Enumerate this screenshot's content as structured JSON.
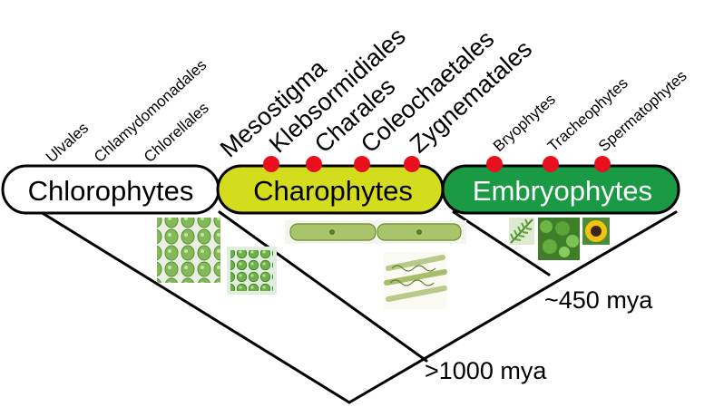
{
  "groups": {
    "chlorophytes": {
      "label": "Chlorophytes",
      "fill": "#ffffff",
      "text_color": "#000000"
    },
    "charophytes": {
      "label": "Charophytes",
      "fill": "#d4dc1e",
      "text_color": "#000000"
    },
    "embryophytes": {
      "label": "Embryophytes",
      "fill": "#1a9a44",
      "text_color": "#ffffff"
    }
  },
  "taxa": {
    "chlorophytes": [
      "Ulvales",
      "Chlamydomonadales",
      "Chlorellales"
    ],
    "charophytes": [
      "Mesostigma",
      "Klebsormidiales",
      "Charales",
      "Coleochaetales",
      "Zygnematales"
    ],
    "embryophytes": [
      "Bryophytes",
      "Tracheophytes",
      "Spermatophytes"
    ]
  },
  "dates": {
    "inner": "~450 mya",
    "outer": ">1000 mya"
  },
  "colors": {
    "marker": "#e8101c",
    "outline": "#000000"
  },
  "images": [
    {
      "name": "chlorella-cells-image",
      "desc_icon": "green-algae-cells"
    },
    {
      "name": "green-cell-colony-image",
      "desc_icon": "green-cell-colony"
    },
    {
      "name": "filamentous-alga-image",
      "desc_icon": "filament"
    },
    {
      "name": "spiral-filaments-image",
      "desc_icon": "spiral-filaments"
    },
    {
      "name": "fern-image",
      "desc_icon": "fern"
    },
    {
      "name": "moss-image",
      "desc_icon": "moss"
    },
    {
      "name": "sunflower-image",
      "desc_icon": "sunflower"
    }
  ]
}
